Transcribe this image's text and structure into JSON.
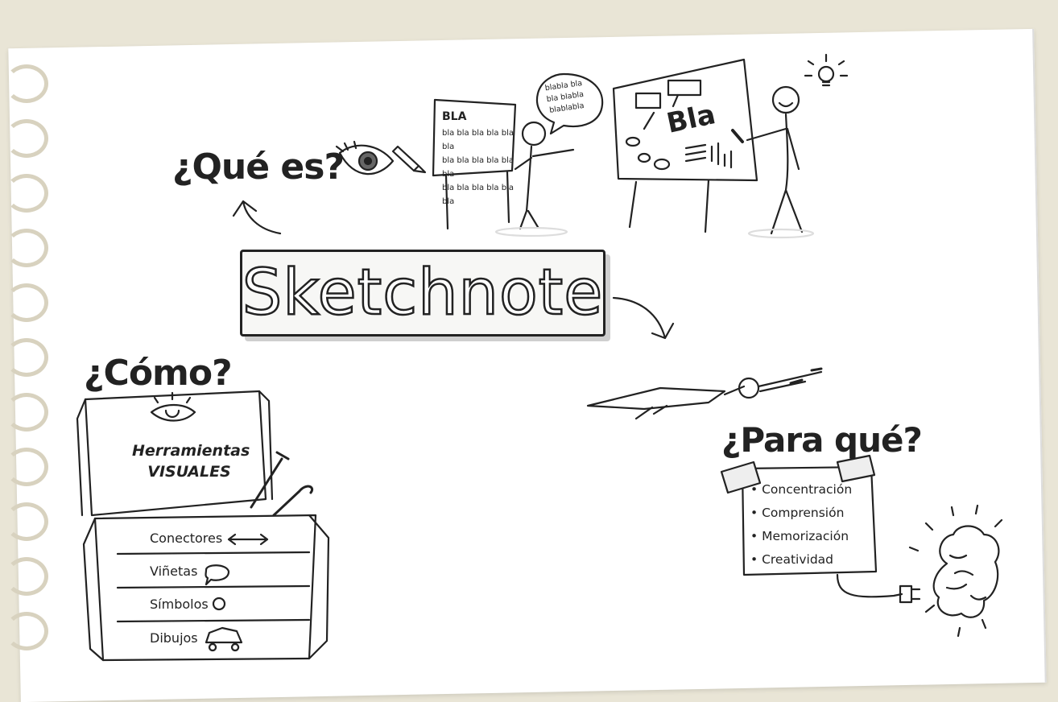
{
  "title": "Sketchnote",
  "sections": {
    "que_es": "¿Qué es?",
    "como": "¿Cómo?",
    "para_que": "¿Para qué?"
  },
  "whiteboard": {
    "heading": "BLA",
    "lines": [
      "bla bla bla bla bla bla",
      "bla bla bla bla bla bla",
      "bla bla bla bla bla bla"
    ]
  },
  "speech_bubble": [
    "blabla bla",
    "bla blabla",
    "blablabla"
  ],
  "big_board_text": "Bla",
  "toolbox": {
    "title_line1": "Herramientas",
    "title_line2": "VISUALES",
    "items": [
      "Conectores",
      "Viñetas",
      "Símbolos",
      "Dibujos"
    ]
  },
  "benefits": [
    "Concentración",
    "Comprensión",
    "Memorización",
    "Creatividad"
  ],
  "icons": [
    "eye-icon",
    "pencil-icon",
    "speech-bubble-icon",
    "lightbulb-icon",
    "double-arrow-icon",
    "at-symbol-icon",
    "car-icon",
    "brain-icon",
    "plug-icon",
    "wrench-icon",
    "screwdriver-icon"
  ]
}
